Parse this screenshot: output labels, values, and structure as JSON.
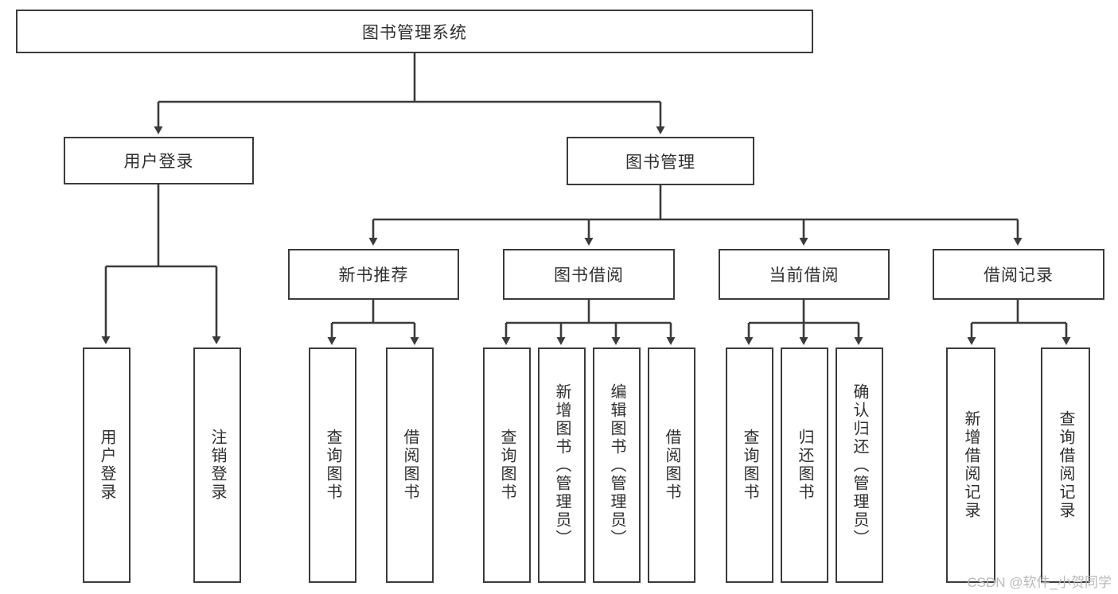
{
  "diagram": {
    "title": "图书管理系统",
    "watermark": "CSDN @软件_小贺同学",
    "stroke_color": "#3b3b3b",
    "text_color": "#2f2f2f",
    "background": "#ffffff",
    "nodes": {
      "root": "图书管理系统",
      "level2": [
        {
          "label": "用户登录"
        },
        {
          "label": "图书管理"
        }
      ],
      "level3": [
        {
          "label": "新书推荐"
        },
        {
          "label": "图书借阅"
        },
        {
          "label": "当前借阅"
        },
        {
          "label": "借阅记录"
        }
      ],
      "leaves": [
        {
          "label": "用户登录"
        },
        {
          "label": "注销登录"
        },
        {
          "label": "查询图书"
        },
        {
          "label": "借阅图书"
        },
        {
          "label": "查询图书"
        },
        {
          "label": "新增图书（管理员）"
        },
        {
          "label": "编辑图书（管理员）"
        },
        {
          "label": "借阅图书"
        },
        {
          "label": "查询图书"
        },
        {
          "label": "归还图书"
        },
        {
          "label": "确认归还（管理员）"
        },
        {
          "label": "新增借阅记录"
        },
        {
          "label": "查询借阅记录"
        }
      ]
    }
  }
}
